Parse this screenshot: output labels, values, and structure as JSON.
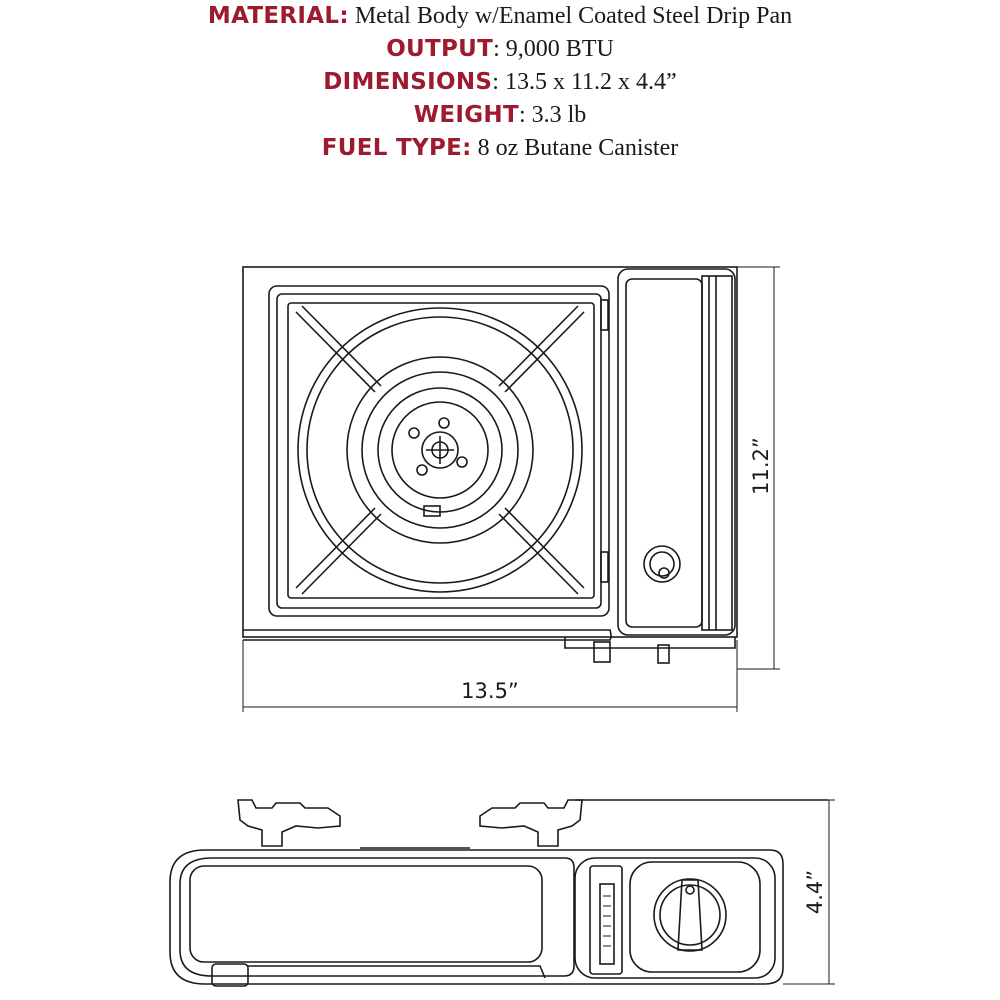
{
  "specs": [
    {
      "label": "MATERIAL:",
      "value": " Metal Body w/Enamel Coated Steel Drip Pan"
    },
    {
      "label": "OUTPUT",
      "value": ": 9,000 BTU"
    },
    {
      "label": "DIMENSIONS",
      "value": ": 13.5 x 11.2 x 4.4”"
    },
    {
      "label": "WEIGHT",
      "value": ": 3.3 lb"
    },
    {
      "label": "FUEL TYPE:",
      "value": " 8 oz Butane Canister"
    }
  ],
  "dimensions": {
    "width": "13.5”",
    "depth": "11.2”",
    "height": "4.4”"
  },
  "colors": {
    "label": "#9c1b2e",
    "text": "#1a1a1a",
    "line": "#1a1a1a"
  }
}
